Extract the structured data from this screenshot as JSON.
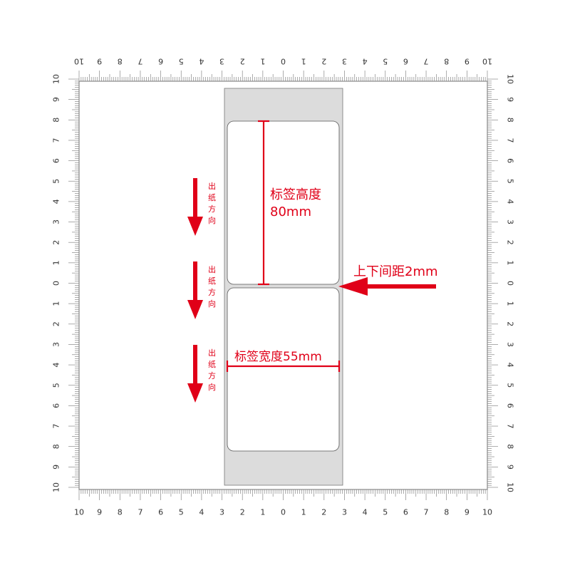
{
  "ruler": {
    "numbers": [
      "10",
      "9",
      "8",
      "7",
      "6",
      "5",
      "4",
      "3",
      "2",
      "1",
      "0",
      "1",
      "2",
      "3",
      "4",
      "5",
      "6",
      "7",
      "8",
      "9",
      "10"
    ]
  },
  "label_height": {
    "title": "标签高度",
    "value": "80mm"
  },
  "label_width": {
    "text": "标签宽度55mm"
  },
  "gap": {
    "text": "上下间距2mm"
  },
  "feed_direction": {
    "chars": [
      "出",
      "纸",
      "方",
      "向"
    ]
  },
  "colors": {
    "accent": "#e00018",
    "liner": "#dcdcdc",
    "ruler_line": "#888888",
    "text": "#333333"
  }
}
